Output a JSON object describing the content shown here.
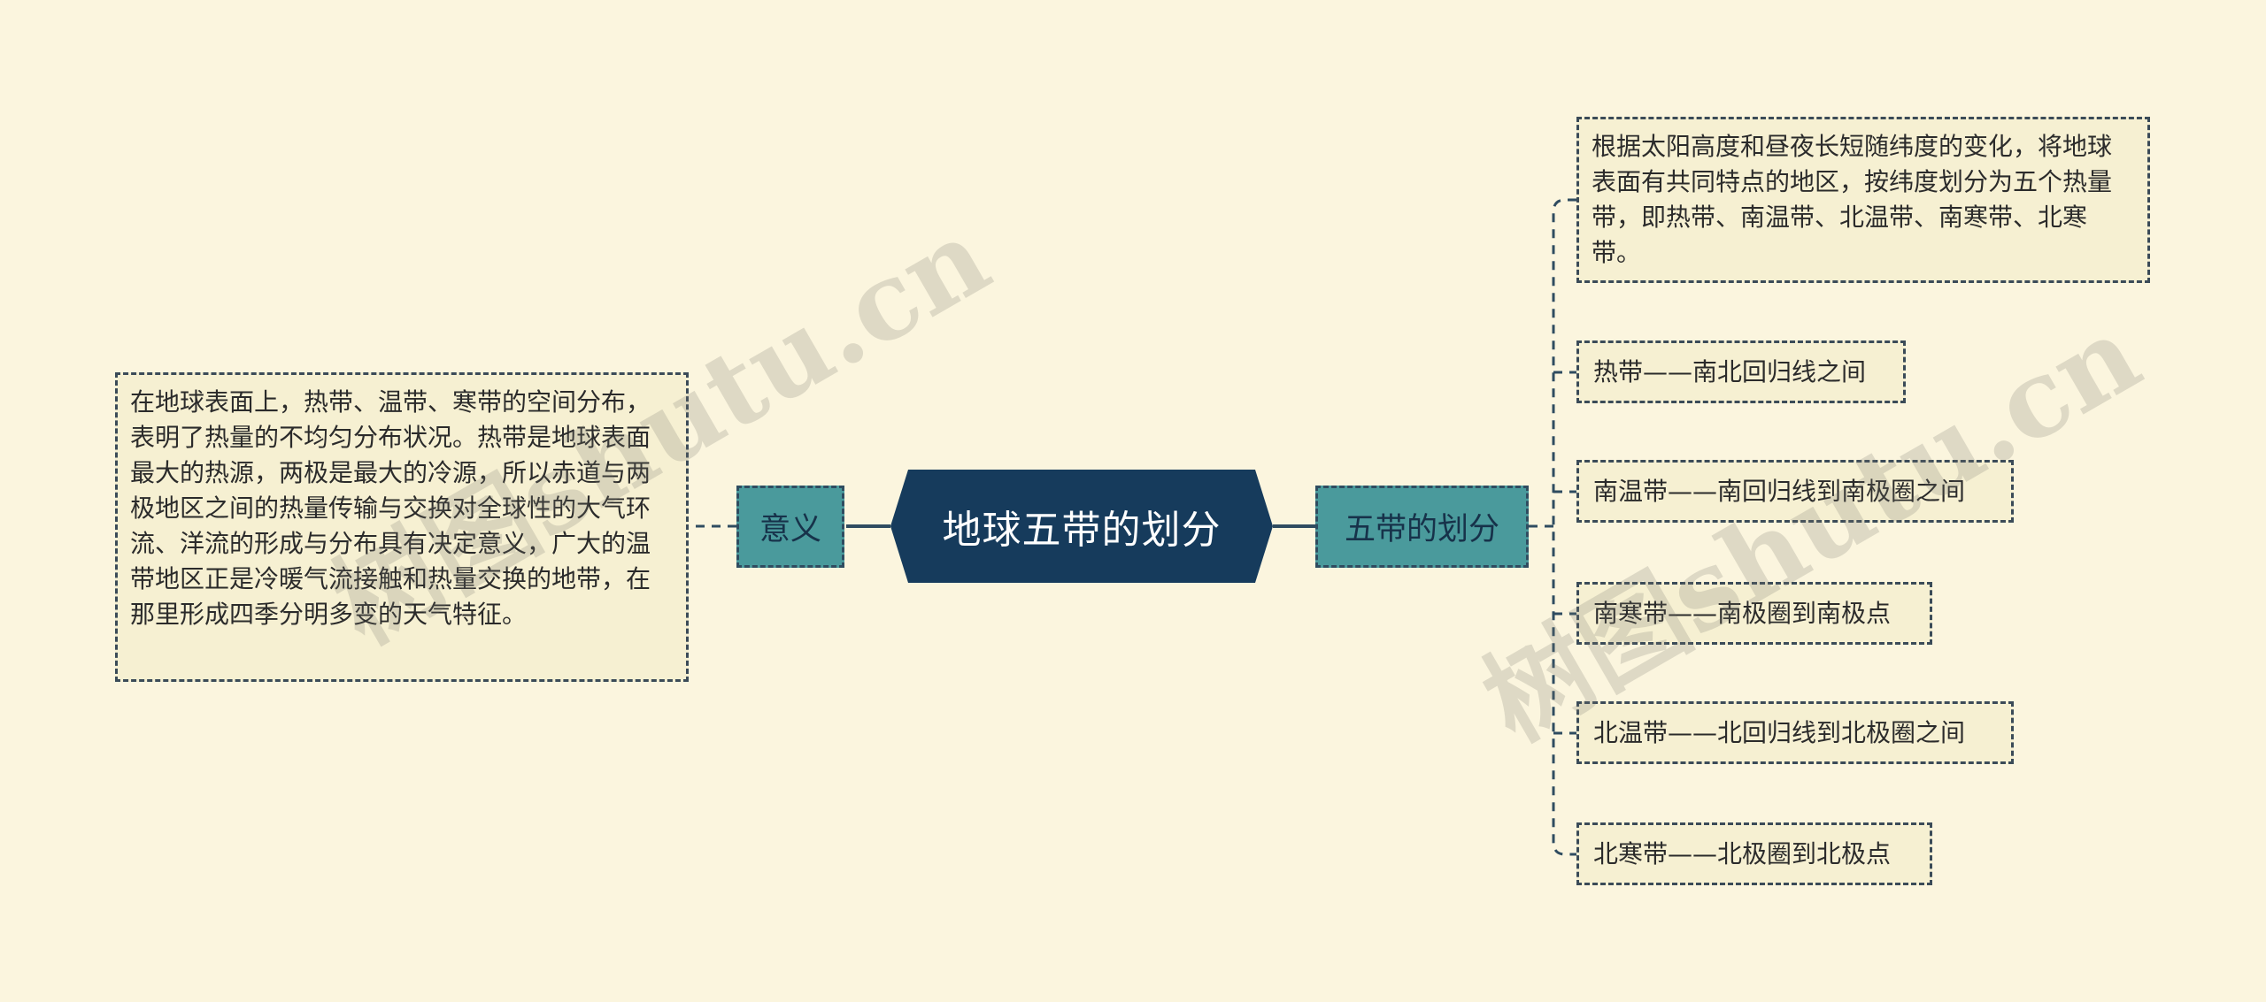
{
  "mindmap": {
    "root": {
      "label": "地球五带的划分"
    },
    "left_branch": {
      "label": "意义",
      "description": "在地球表面上，热带、温带、寒带的空间分布，表明了热量的不均匀分布状况。热带是地球表面最大的热源，两极是最大的冷源，所以赤道与两极地区之间的热量传输与交换对全球性的大气环流、洋流的形成与分布具有决定意义，广大的温带地区正是冷暖气流接触和热量交换的地带，在那里形成四季分明多变的天气特征。"
    },
    "right_branch": {
      "label": "五带的划分",
      "description": "根据太阳高度和昼夜长短随纬度的变化，将地球表面有共同特点的地区，按纬度划分为五个热量带，即热带、南温带、北温带、南寒带、北寒带。",
      "zones": [
        "热带——南北回归线之间",
        "南温带——南回归线到南极圈之间",
        "南寒带——南极圈到南极点",
        "北温带——北回归线到北极圈之间",
        "北寒带——北极圈到北极点"
      ]
    }
  },
  "watermark": {
    "text": "树图shutu.cn"
  },
  "colors": {
    "background": "#fbf5de",
    "root_fill": "#163b5c",
    "branch_fill": "#4a9a9c",
    "leaf_fill": "#f6f0d2",
    "connector": "#2f4c60"
  }
}
